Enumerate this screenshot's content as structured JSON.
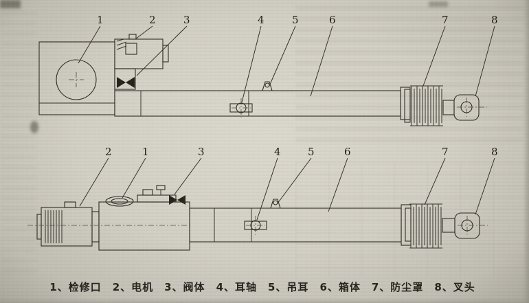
{
  "figure": {
    "parts": [
      {
        "num": "1",
        "name": "检修口"
      },
      {
        "num": "2",
        "name": "电机"
      },
      {
        "num": "3",
        "name": "阀体"
      },
      {
        "num": "4",
        "name": "耳轴"
      },
      {
        "num": "5",
        "name": "吊耳"
      },
      {
        "num": "6",
        "name": "箱体"
      },
      {
        "num": "7",
        "name": "防尘罩"
      },
      {
        "num": "8",
        "name": "叉头"
      }
    ],
    "caption": {
      "items": [
        "1、检修口",
        "2、电机",
        "3、阀体",
        "4、耳轴",
        "5、吊耳",
        "6、箱体",
        "7、防尘罩",
        "8、叉头"
      ]
    }
  }
}
